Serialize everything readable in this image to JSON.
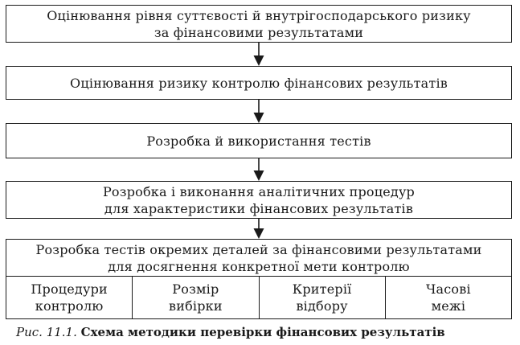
{
  "steps": [
    {
      "lines": [
        "Оцінювання рівня суттєвості й внутрігосподарського ризику",
        "за фінансовими результатами"
      ]
    },
    {
      "lines": [
        "Оцінювання ризику контролю фінансових результатів"
      ]
    },
    {
      "lines": [
        "Розробка й використання тестів"
      ]
    },
    {
      "lines": [
        "Розробка і виконання аналітичних процедур",
        "для характеристики фінансових результатів"
      ]
    },
    {
      "lines": [
        "Розробка тестів окремих деталей за фінансовими результатами",
        "для досягнення конкретної мети контролю"
      ]
    }
  ],
  "details": [
    {
      "lines": [
        "Процедури",
        "контролю"
      ]
    },
    {
      "lines": [
        "Розмір",
        "вибірки"
      ]
    },
    {
      "lines": [
        "Критерії",
        "відбору"
      ]
    },
    {
      "lines": [
        "Часові",
        "межі"
      ]
    }
  ],
  "caption": {
    "prefix": "Рис. 11.1.",
    "title": "Схема методики перевірки фінансових результатів"
  }
}
